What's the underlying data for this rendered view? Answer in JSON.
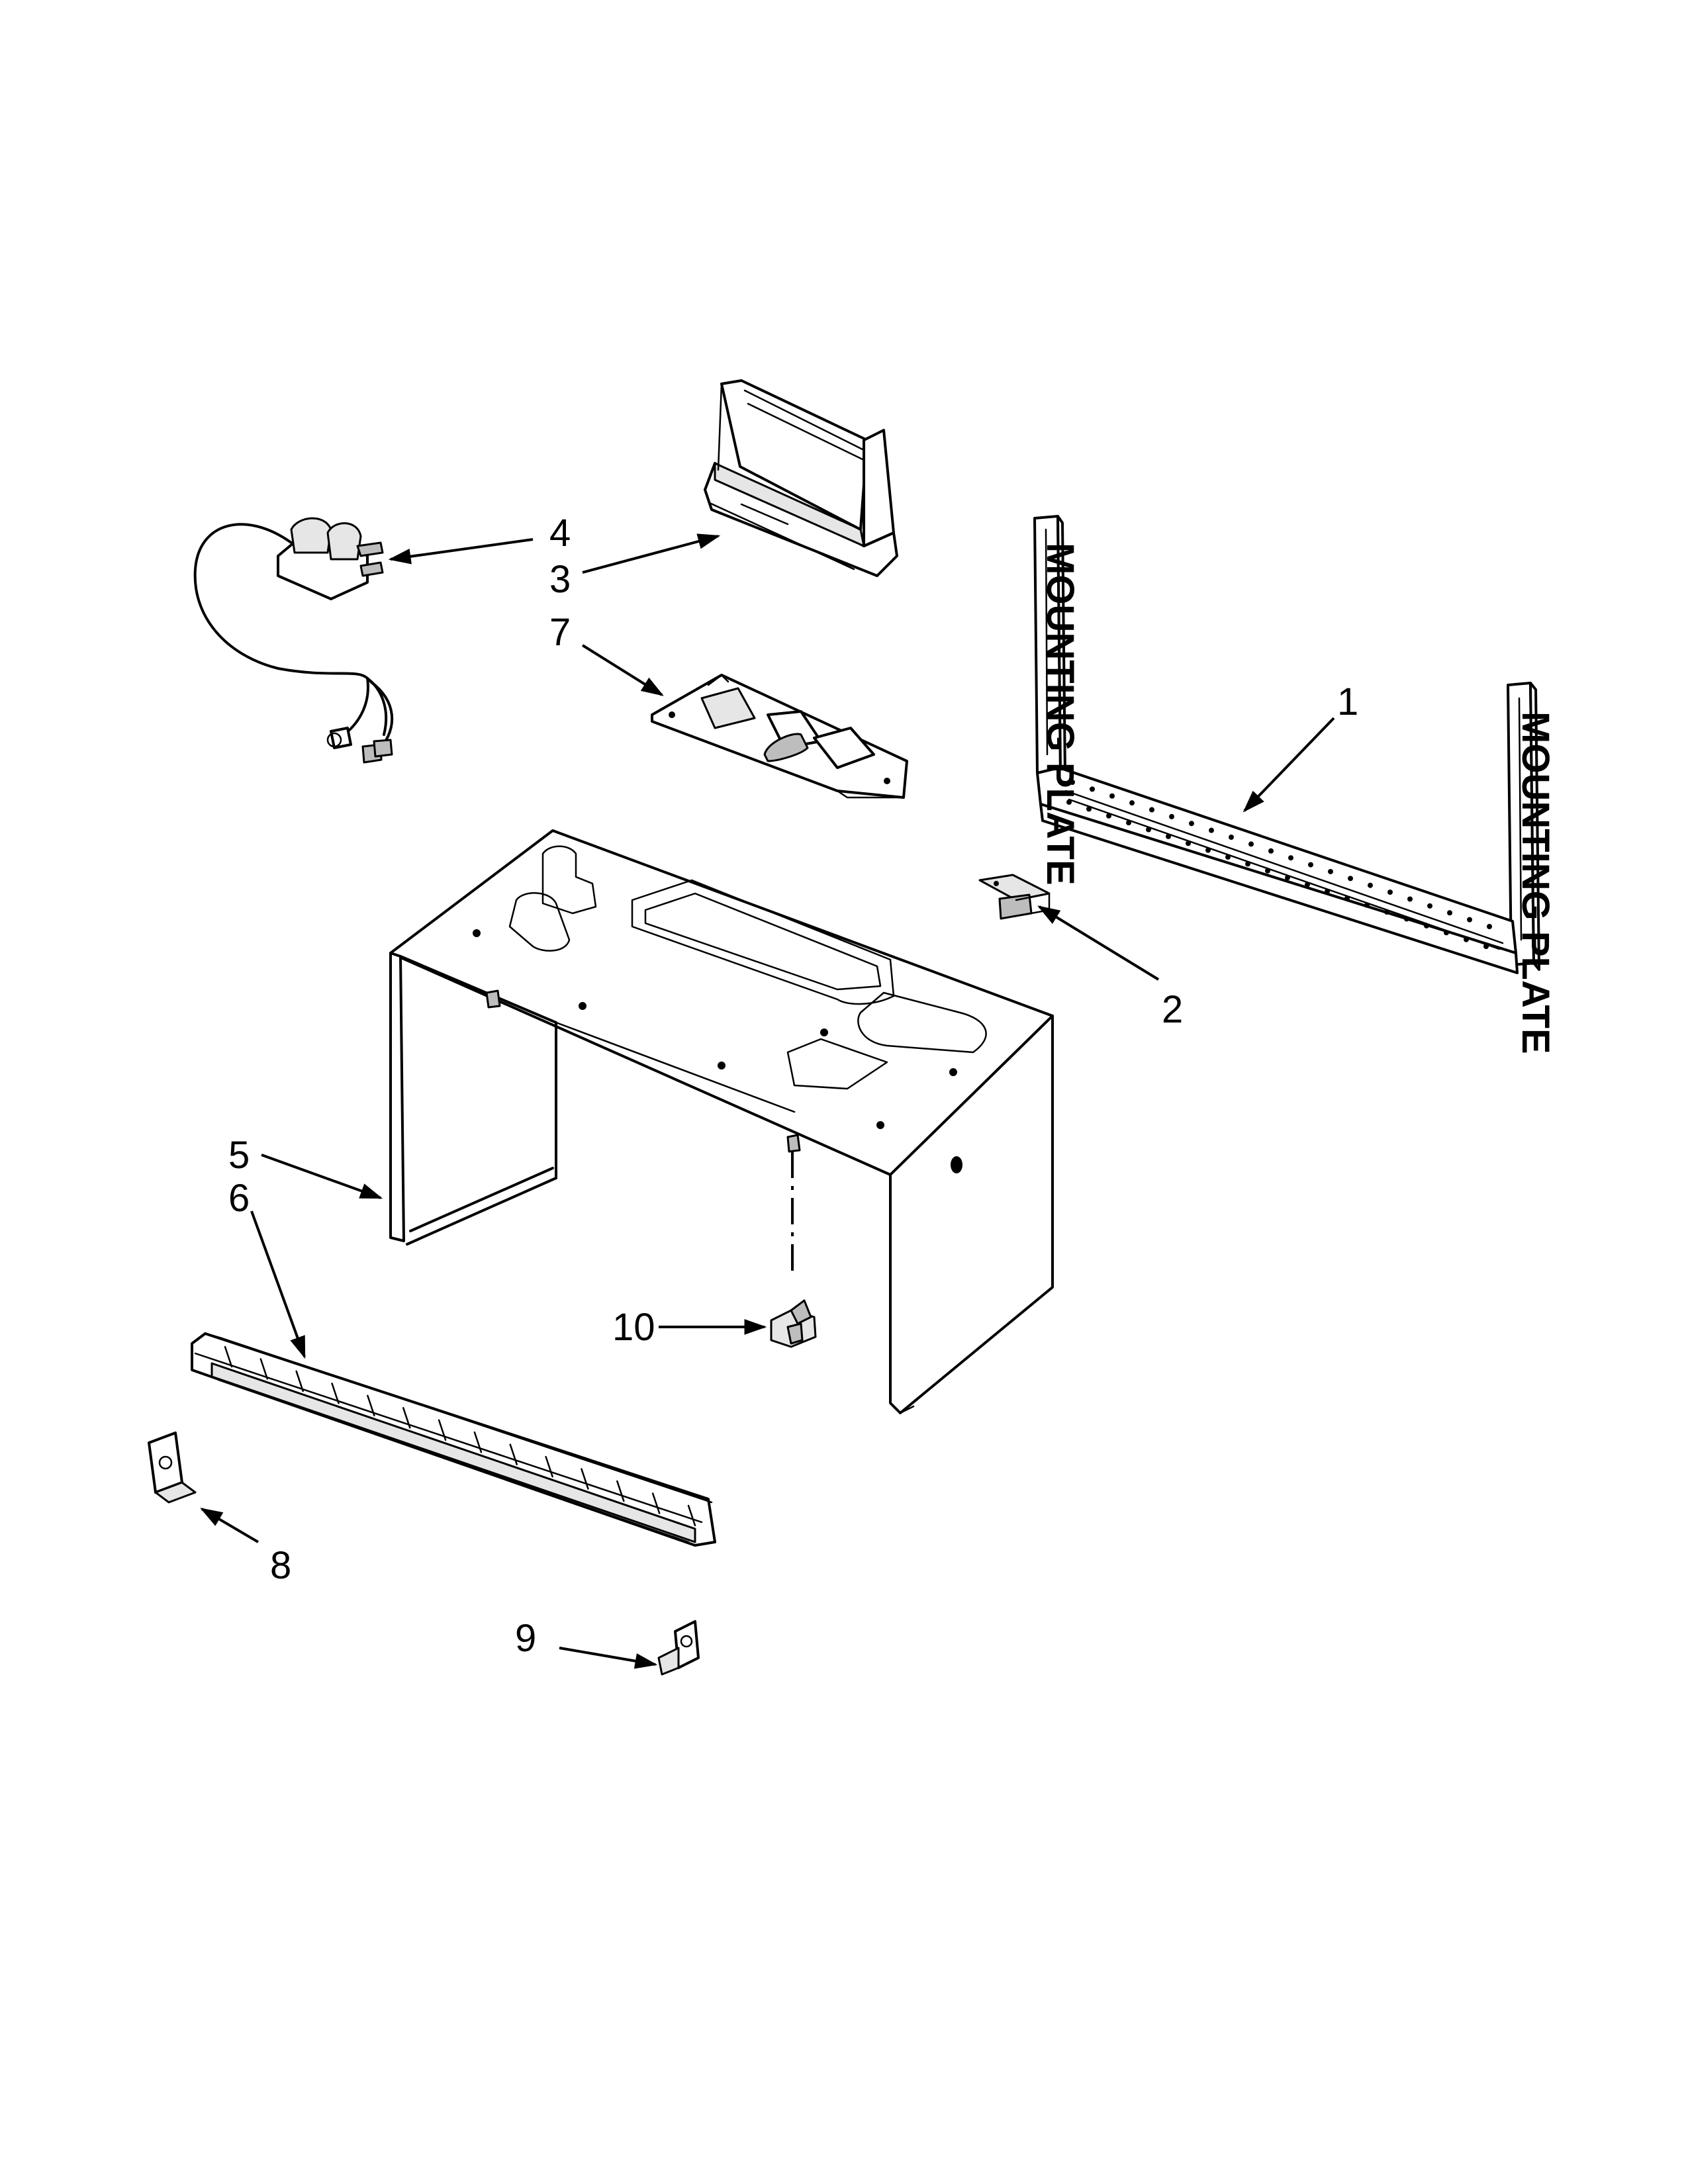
{
  "callouts": [
    {
      "id": "1",
      "label": "1"
    },
    {
      "id": "2",
      "label": "2"
    },
    {
      "id": "3",
      "label": "3"
    },
    {
      "id": "4",
      "label": "4"
    },
    {
      "id": "5",
      "label": "5"
    },
    {
      "id": "6",
      "label": "6"
    },
    {
      "id": "7",
      "label": "7"
    },
    {
      "id": "8",
      "label": "8"
    },
    {
      "id": "9",
      "label": "9"
    },
    {
      "id": "10",
      "label": "10"
    }
  ],
  "mounting_plate": {
    "stamp_left": "MOUNTING PLATE",
    "stamp_right": "MOUNTING PLATE"
  }
}
